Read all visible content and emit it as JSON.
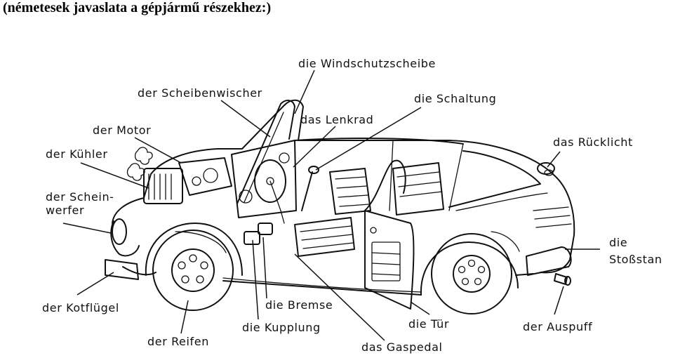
{
  "title": "(németesek javaslata a gépjármű részekhez:)",
  "labels": {
    "windschutzscheibe": "die Windschutzscheibe",
    "scheibenwischer": "der Scheibenwischer",
    "schaltung": "die Schaltung",
    "lenkrad": "das Lenkrad",
    "motor": "der Motor",
    "ruecklicht": "das Rücklicht",
    "kuehler": "der Kühler",
    "scheinwerfer_1": "der Schein-",
    "scheinwerfer_2": "werfer",
    "stossstange_1": "die",
    "stossstange_2": "Stoßstan",
    "kotfluegel": "der Kotflügel",
    "bremse": "die Bremse",
    "kupplung": "die Kupplung",
    "tuer": "die Tür",
    "auspuff": "der Auspuff",
    "reifen": "der Reifen",
    "gaspedal": "das Gaspedal"
  }
}
